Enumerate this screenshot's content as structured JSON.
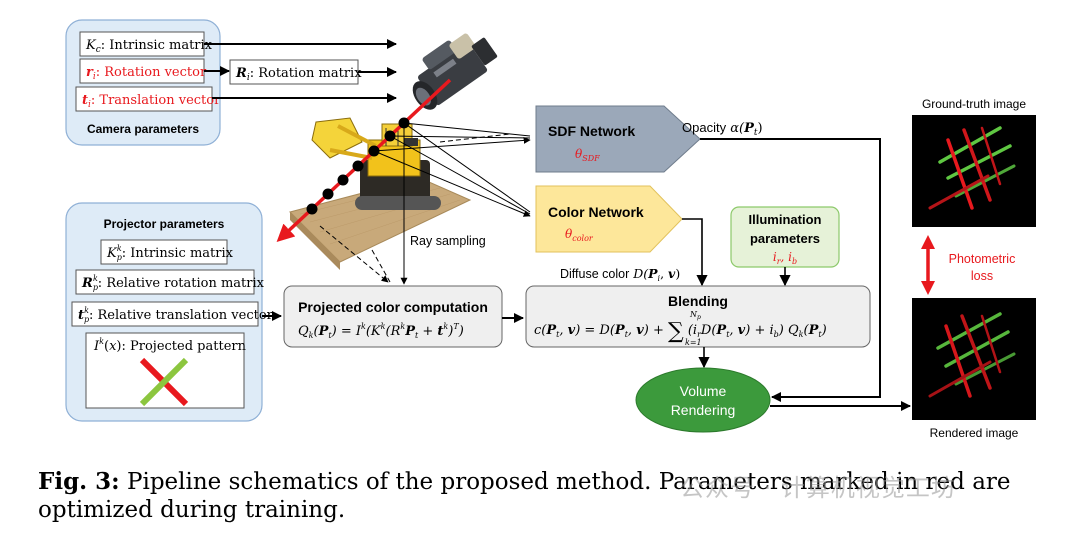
{
  "camera": {
    "title": "Camera parameters",
    "intrinsic": "Intrinsic matrix",
    "rotation_vec": "Rotation vector",
    "translation_vec": "Translation vector",
    "rotation_mat": "Rotation matrix"
  },
  "projector": {
    "title": "Projector parameters",
    "intrinsic": "Intrinsic matrix",
    "rel_rotation": "Relative rotation matrix",
    "rel_translation": "Relative translation vector",
    "pattern": "Projected pattern"
  },
  "sdf": {
    "title": "SDF Network",
    "param": "θ",
    "param_sub": "SDF"
  },
  "color_net": {
    "title": "Color Network",
    "param": "θ",
    "param_sub": "color"
  },
  "opacity_label": "Opacity",
  "illumination": {
    "title_line1": "Illumination",
    "title_line2": "parameters"
  },
  "ray_sampling": "Ray sampling",
  "diffuse_label": "Diffuse color",
  "projected": {
    "title": "Projected color computation"
  },
  "blending": {
    "title": "Blending"
  },
  "volume": {
    "line1": "Volume",
    "line2": "Rendering"
  },
  "gt_label": "Ground-truth image",
  "rendered_label": "Rendered image",
  "loss": {
    "line1": "Photometric",
    "line2": "loss"
  },
  "caption": {
    "fig": "Fig. 3:",
    "text": "Pipeline schematics of the proposed method. Parameters marked in red are optimized during training."
  },
  "watermark": "公众号 · 计算机视觉工坊",
  "colors": {
    "red": "#e8191e",
    "panel_bg": "#deebf7",
    "panel_border": "#8fb0d6",
    "sdf": "#9ba8b9",
    "color_net": "#fde79a",
    "illum_bg": "#e6f2d8",
    "illum_border": "#8cc96a",
    "volume": "#3c9a3c"
  }
}
